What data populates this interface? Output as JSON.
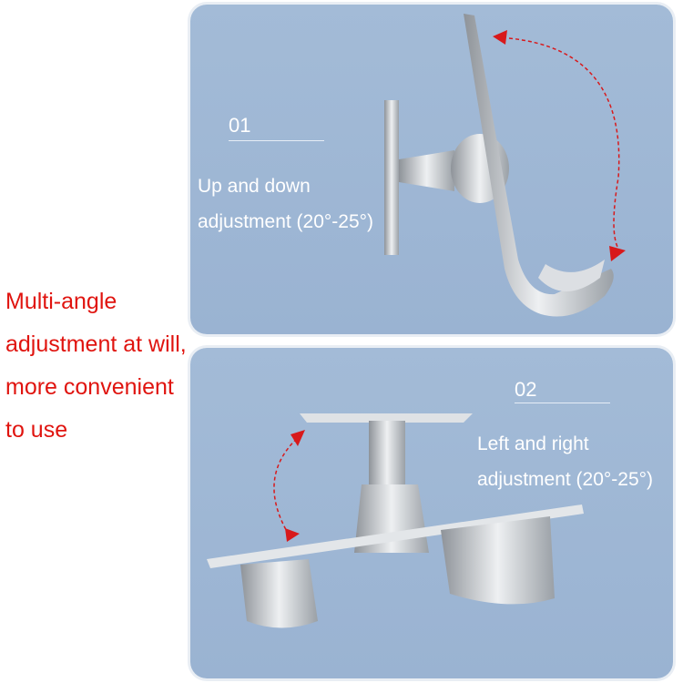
{
  "side_text": {
    "lines": [
      "Multi-angle",
      "adjustment at will,",
      "more convenient",
      "to use"
    ],
    "color": "#e0140f"
  },
  "panel_1": {
    "number": "01",
    "caption_lines": [
      "Up and down",
      "adjustment (20°-25°)"
    ]
  },
  "panel_2": {
    "number": "02",
    "caption_lines": [
      "Left and right",
      "adjustment (20°-25°)"
    ]
  },
  "colors": {
    "panel_bg": "#9db5d3",
    "arrow": "#d8191b",
    "metal": "#c9ccd0"
  }
}
